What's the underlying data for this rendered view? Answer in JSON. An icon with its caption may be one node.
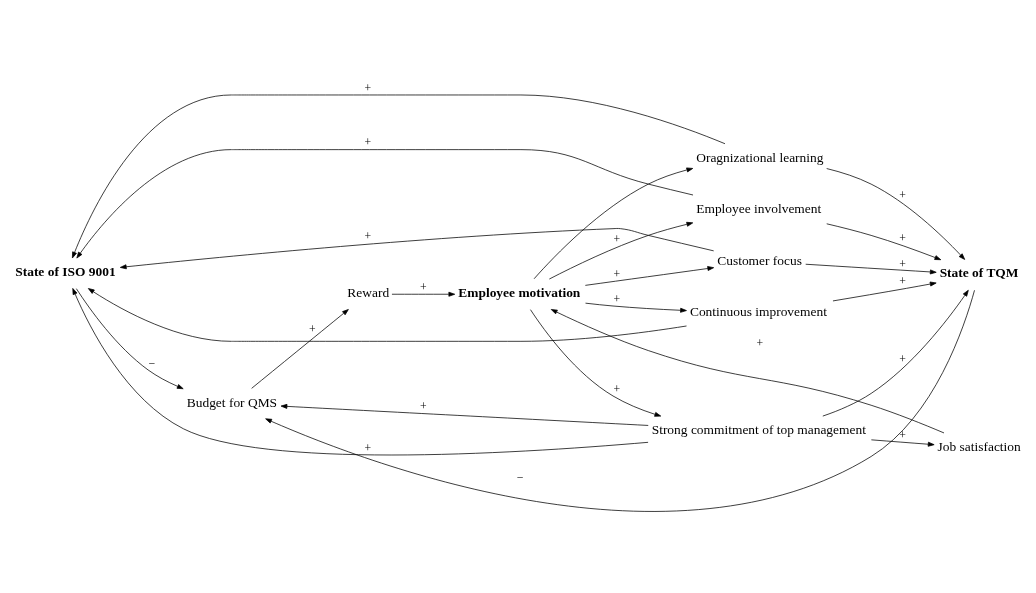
{
  "diagram": {
    "nodes": [
      {
        "text": [
          "State of ISO 9001"
        ]
      },
      {
        "text": [
          "Continuous improvement"
        ]
      },
      {
        "text": [
          "Oragnizational learning"
        ]
      },
      {
        "text": [
          "Customer focus"
        ]
      },
      {
        "text": [
          "Employee involvement"
        ]
      },
      {
        "text": [
          "Strong commitment of top management"
        ]
      },
      {
        "text": [
          "Employee motivation"
        ]
      },
      {
        "text": [
          "State of TQM"
        ]
      },
      {
        "text": [
          "Job satisfaction"
        ]
      },
      {
        "text": [
          "Reward"
        ]
      },
      {
        "text": [
          "Budget for QMS"
        ]
      }
    ],
    "edges": [
      {
        "from": 1,
        "to": 0,
        "arrow": "to"
      },
      {
        "from": 1,
        "to": 7,
        "arrow": "to",
        "label": "+"
      },
      {
        "from": 2,
        "to": 0,
        "arrow": "to",
        "label": "+"
      },
      {
        "from": 2,
        "to": 7,
        "arrow": "to",
        "label": "+"
      },
      {
        "from": 3,
        "to": 0,
        "arrow": "to",
        "label": "+"
      },
      {
        "from": 3,
        "to": 7,
        "arrow": "to",
        "label": "+"
      },
      {
        "from": 4,
        "to": 0,
        "arrow": "to",
        "label": "+"
      },
      {
        "from": 4,
        "to": 7,
        "arrow": "to",
        "label": "+"
      },
      {
        "from": 5,
        "to": 0,
        "arrow": "to",
        "label": "+"
      },
      {
        "from": 5,
        "to": 7,
        "arrow": "to",
        "label": "+"
      },
      {
        "from": 6,
        "to": 1,
        "arrow": "to",
        "label": "+"
      },
      {
        "from": 6,
        "to": 2,
        "arrow": "to"
      },
      {
        "from": 6,
        "to": 3,
        "arrow": "to",
        "label": "+"
      },
      {
        "from": 6,
        "to": 4,
        "arrow": "to",
        "label": "+"
      },
      {
        "from": 6,
        "to": 5,
        "arrow": "to",
        "label": "+"
      },
      {
        "from": 5,
        "to": 8,
        "arrow": "to",
        "label": "+"
      },
      {
        "from": 5,
        "to": 10,
        "arrow": "to",
        "label": "+"
      },
      {
        "from": 0,
        "to": 10,
        "arrow": "to",
        "label": "−"
      },
      {
        "from": 10,
        "to": 9,
        "arrow": "to",
        "label": "+"
      },
      {
        "from": 9,
        "to": 6,
        "arrow": "to",
        "label": "+"
      },
      {
        "from": 8,
        "to": 6,
        "arrow": "to",
        "label": "+"
      },
      {
        "from": 7,
        "to": 10,
        "arrow": "to",
        "label": "−"
      }
    ]
  }
}
